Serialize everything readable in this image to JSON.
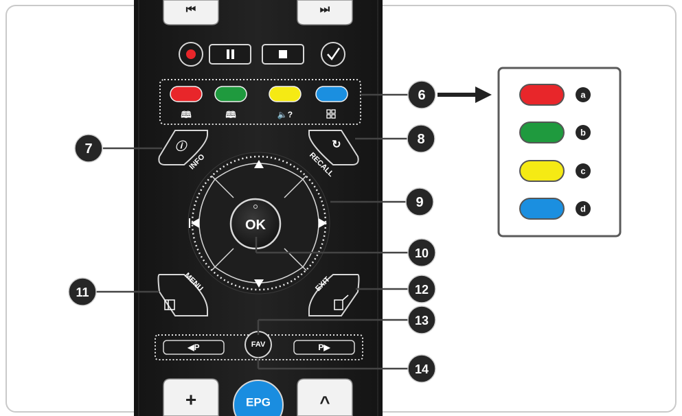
{
  "remote": {
    "buttons": {
      "ok": "OK",
      "info": "INFO",
      "recall": "RECALL",
      "menu": "MENU",
      "exit": "EXIT",
      "fav": "FAV",
      "epg": "EPG",
      "page_down": "◀P",
      "page_up": "P▶",
      "plus": "+",
      "up": "^"
    }
  },
  "callouts": [
    "6",
    "7",
    "8",
    "9",
    "10",
    "11",
    "12",
    "13",
    "14"
  ],
  "legend": {
    "items": [
      {
        "letter": "a",
        "color": "#e8262a"
      },
      {
        "letter": "b",
        "color": "#1f9a3e"
      },
      {
        "letter": "c",
        "color": "#f5ea14"
      },
      {
        "letter": "d",
        "color": "#1b8fe0"
      }
    ]
  },
  "colors": {
    "remote_body": "#1c1c1c",
    "button_face": "#2a2a2a",
    "record": "#e8262a",
    "callout_badge": "#262626",
    "epg": "#1a8de0"
  }
}
